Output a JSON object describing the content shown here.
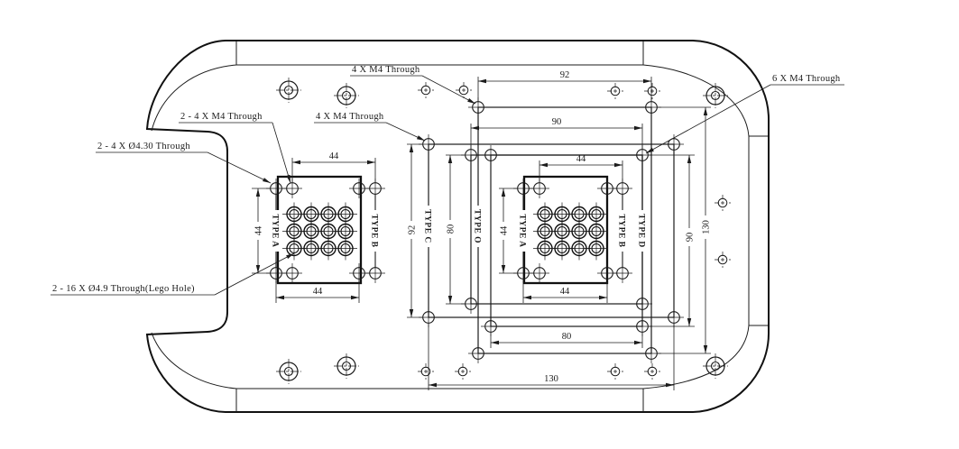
{
  "drawing": {
    "callouts": {
      "m4_top": "4 X M4 Through",
      "m4_six": "6 X M4 Through",
      "m4_two_plates": "2 - 4 X M4 Through",
      "m4_inner": "4 X M4 Through",
      "dia430": "2 - 4 X Ø4.30 Through",
      "lego": "2 - 16 X Ø4.9 Through(Lego Hole)"
    },
    "type_labels": {
      "a": "TYPE A",
      "b": "TYPE B",
      "c": "TYPE C",
      "o": "TYPE O",
      "d": "TYPE D"
    },
    "dims": {
      "d44": "44",
      "d80": "80",
      "d90": "90",
      "d92": "92",
      "d130": "130"
    }
  }
}
